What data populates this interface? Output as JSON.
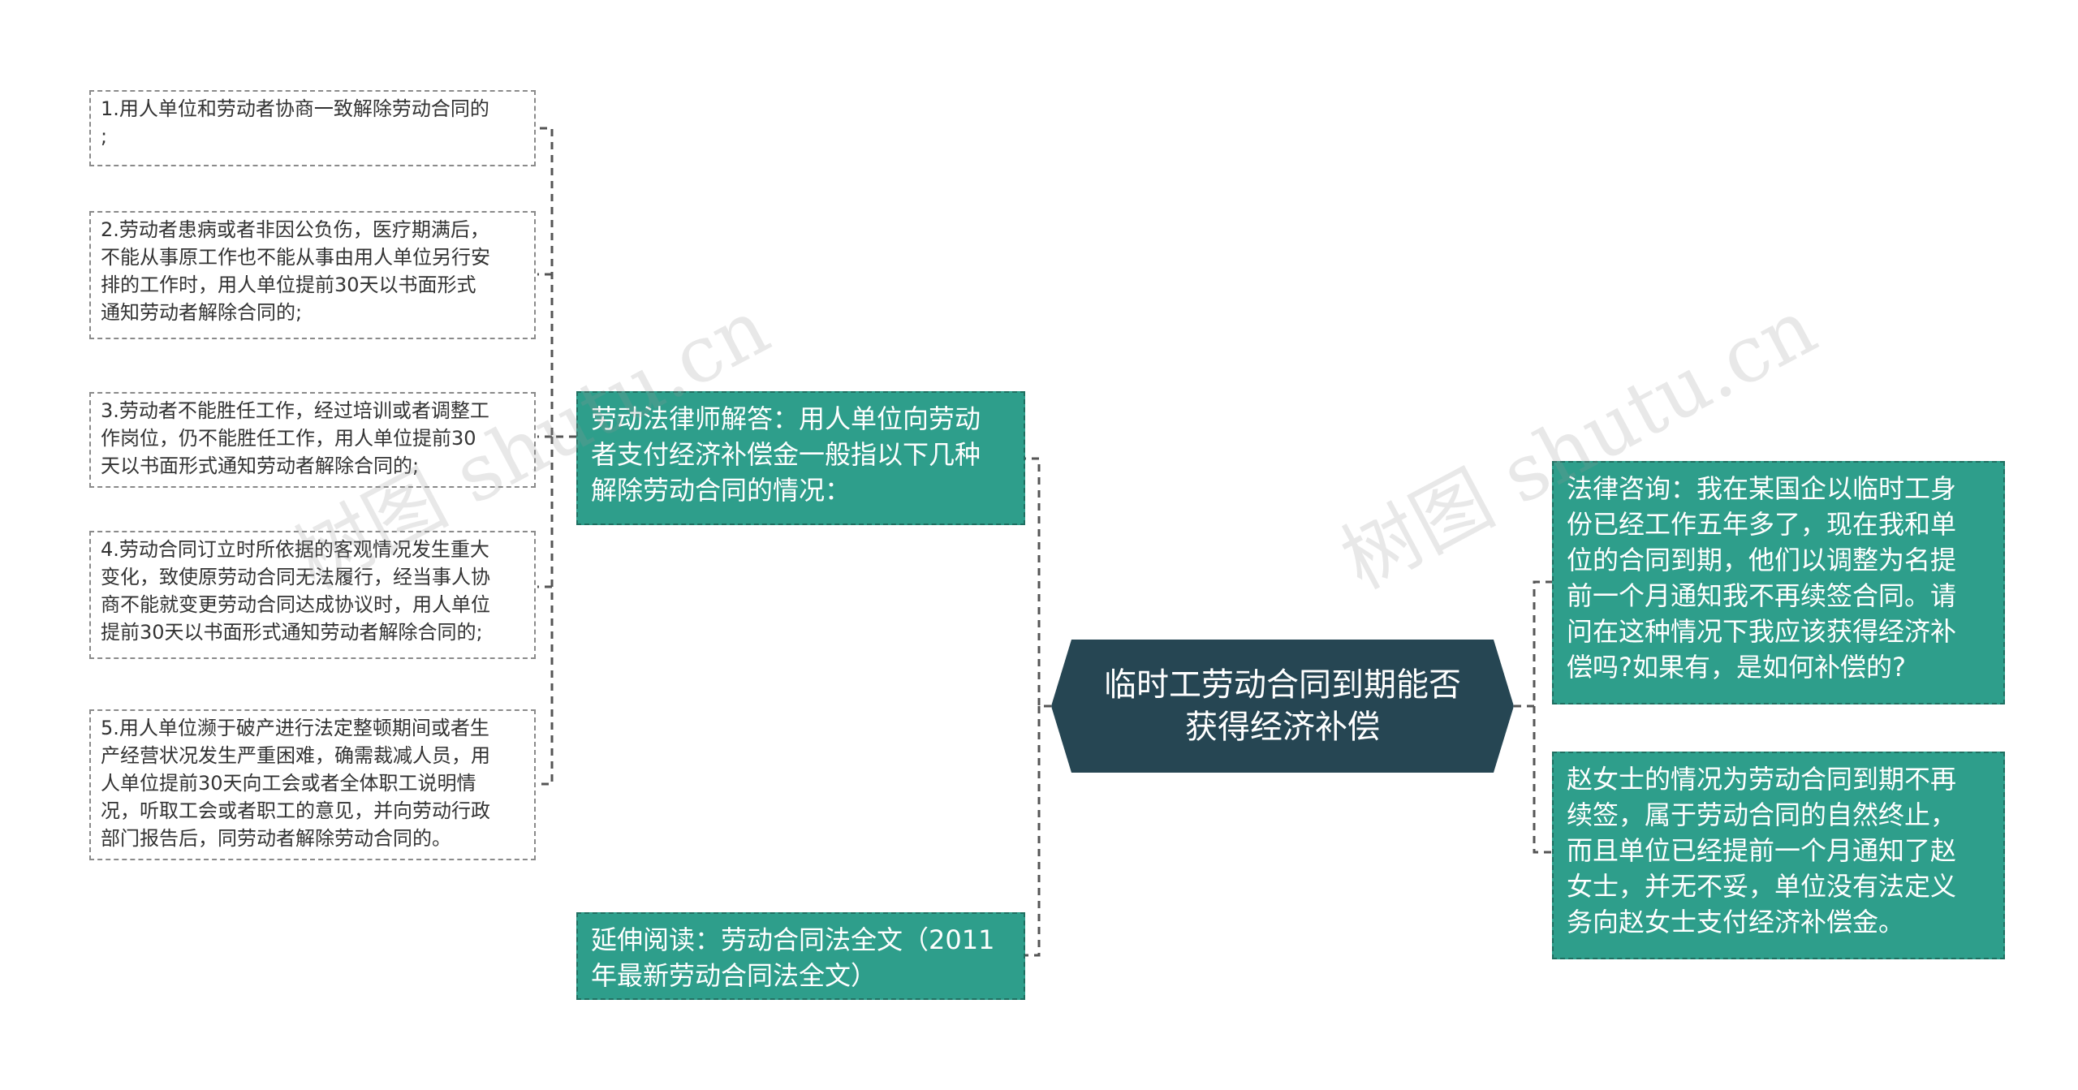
{
  "root": {
    "label": "临时工劳动合同到期能否\n获得经济补偿"
  },
  "left": {
    "branch1": {
      "label": "劳动法律师解答：用人单位向劳动\n者支付经济补偿金一般指以下几种\n解除劳动合同的情况：",
      "items": [
        "1.用人单位和劳动者协商一致解除劳动合同的\n;",
        "2.劳动者患病或者非因公负伤，医疗期满后，\n不能从事原工作也不能从事由用人单位另行安\n排的工作时，用人单位提前30天以书面形式\n通知劳动者解除合同的;",
        "3.劳动者不能胜任工作，经过培训或者调整工\n作岗位，仍不能胜任工作，用人单位提前30\n天以书面形式通知劳动者解除合同的;",
        "4.劳动合同订立时所依据的客观情况发生重大\n变化，致使原劳动合同无法履行，经当事人协\n商不能就变更劳动合同达成协议时，用人单位\n提前30天以书面形式通知劳动者解除合同的;",
        "5.用人单位濒于破产进行法定整顿期间或者生\n产经营状况发生严重困难，确需裁减人员，用\n人单位提前30天向工会或者全体职工说明情\n况，听取工会或者职工的意见，并向劳动行政\n部门报告后，同劳动者解除劳动合同的。"
      ]
    },
    "branch2": {
      "label": "延伸阅读：劳动合同法全文（2011\n年最新劳动合同法全文）"
    }
  },
  "right": {
    "items": [
      "法律咨询：我在某国企以临时工身\n份已经工作五年多了，现在我和单\n位的合同到期，他们以调整为名提\n前一个月通知我不再续签合同。请\n问在这种情况下我应该获得经济补\n偿吗?如果有，是如何补偿的?",
      "赵女士的情况为劳动合同到期不再\n续签，属于劳动合同的自然终止，\n而且单位已经提前一个月通知了赵\n女士，并无不妥，单位没有法定义\n务向赵女士支付经济补偿金。"
    ]
  },
  "watermarks": [
    "树图 shutu.cn",
    "树图 shutu.cn"
  ],
  "colors": {
    "root": "#264653",
    "branch": "#2e9e8b",
    "line": "#555555"
  }
}
